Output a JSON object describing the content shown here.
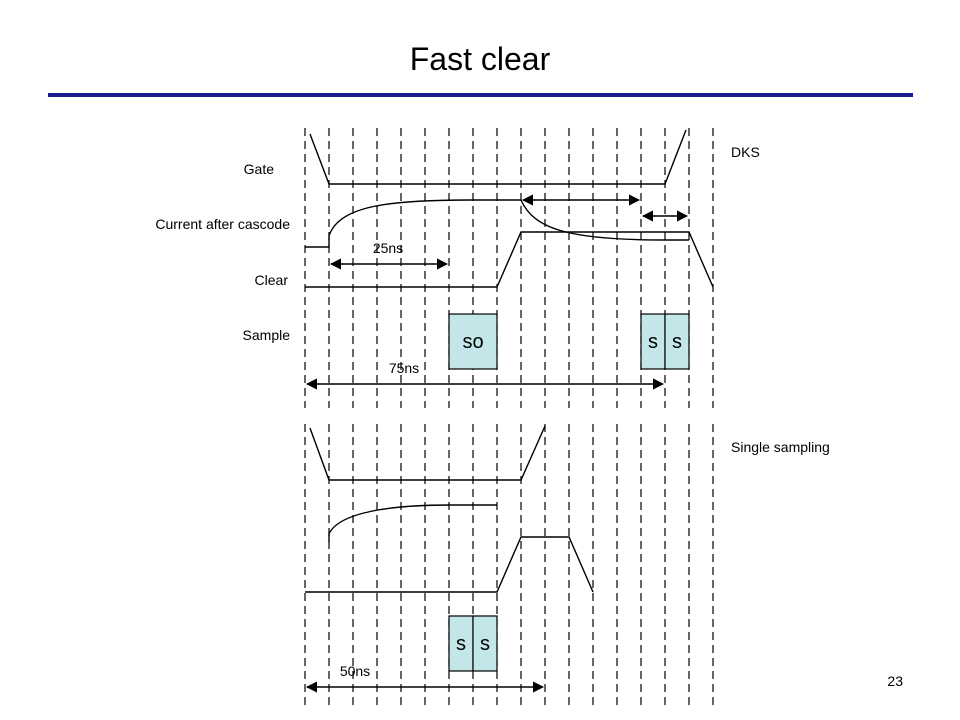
{
  "title": "Fast clear",
  "colors": {
    "rule": "#1a1a8c",
    "sample_box": "#c3e6e8"
  },
  "dks": {
    "label": "DKS",
    "signals": {
      "gate": "Gate",
      "current": "Current after cascode",
      "clear": "Clear",
      "sample": "Sample"
    },
    "intervals": {
      "short": "25ns",
      "long": "75ns"
    },
    "samples": [
      "so",
      "s",
      "s"
    ]
  },
  "single": {
    "label": "Single sampling",
    "interval": "50ns",
    "samples": [
      "s",
      "s"
    ]
  },
  "page_number": "23"
}
